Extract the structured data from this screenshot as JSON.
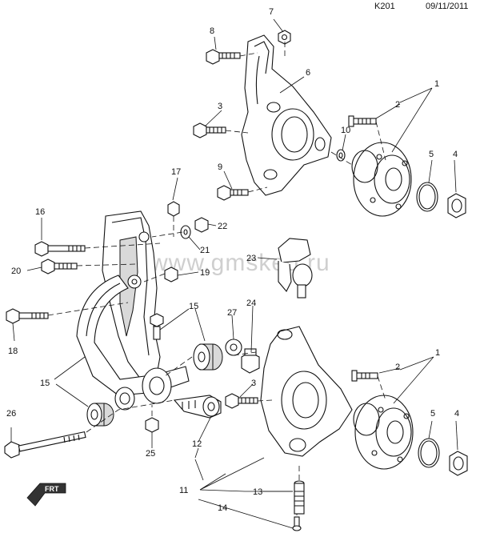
{
  "header": {
    "code": "K201",
    "date": "09/11/2011"
  },
  "watermark": "www.gmsked.ru",
  "front_arrow_label": "FRT",
  "callouts": {
    "c1a": "1",
    "c2a": "2",
    "c3a": "3",
    "c4a": "4",
    "c5a": "5",
    "c6": "6",
    "c7": "7",
    "c8": "8",
    "c9": "9",
    "c10": "10",
    "c1b": "1",
    "c2b": "2",
    "c3b": "3",
    "c4b": "4",
    "c5b": "5",
    "c11": "11",
    "c12": "12",
    "c13": "13",
    "c14": "14",
    "c15a": "15",
    "c15b": "15",
    "c16": "16",
    "c17": "17",
    "c18": "18",
    "c19": "19",
    "c20": "20",
    "c21": "21",
    "c22": "22",
    "c23": "23",
    "c24": "24",
    "c25": "25",
    "c26": "26",
    "c27": "27"
  }
}
